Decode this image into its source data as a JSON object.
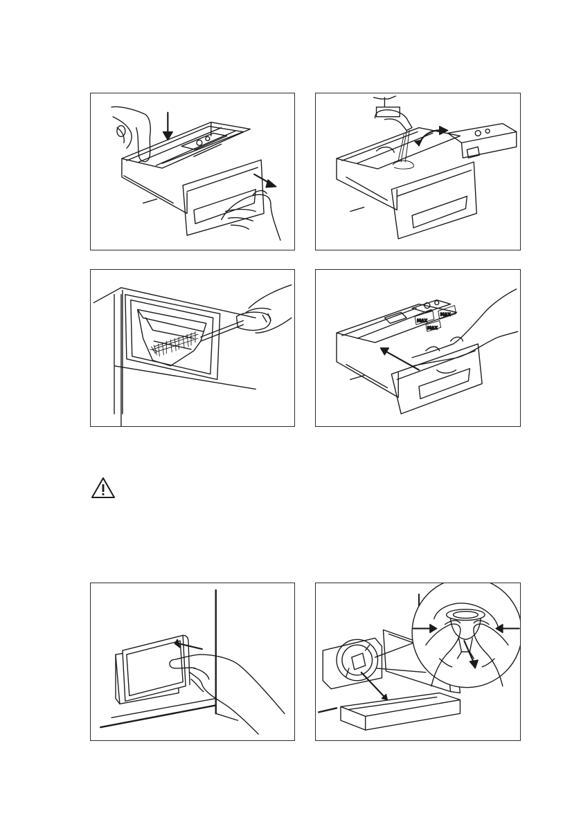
{
  "page": {
    "background_color": "#ffffff",
    "line_color": "#1a1a1a"
  },
  "illustrations": [
    {
      "id": "remove-dispenser",
      "icon": "drawer-release-icon"
    },
    {
      "id": "rinse-dispenser",
      "icon": "water-tap-icon"
    },
    {
      "id": "brush-dispenser-recess",
      "icon": "brush-icon"
    },
    {
      "id": "reinsert-dispenser",
      "icon": "drawer-insert-icon"
    },
    {
      "id": "open-filter-flap",
      "icon": "flap-open-icon"
    },
    {
      "id": "remove-drain-pump-filter",
      "icon": "pump-filter-icon"
    }
  ],
  "drawer_labels": {
    "max_1": "MAX",
    "max_2": "MAX",
    "max_3": "MAX"
  },
  "warning": {
    "icon": "warning-triangle-icon"
  }
}
